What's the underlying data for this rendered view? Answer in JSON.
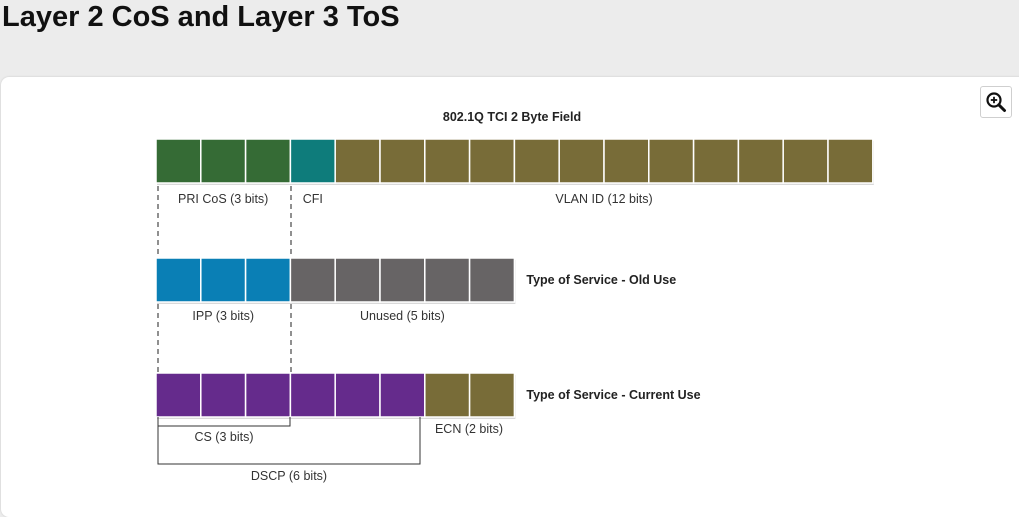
{
  "page": {
    "title": "Layer 2 CoS and Layer 3 ToS"
  },
  "toolbar": {
    "zoom_icon": "zoom-in-icon"
  },
  "diagram": {
    "header": "802.1Q TCI 2 Byte Field",
    "rows": [
      {
        "name": "tci",
        "title": "",
        "segments": [
          {
            "label": "PRI CoS (3 bits)",
            "bits": 3,
            "color": "#356b35"
          },
          {
            "label": "CFI",
            "bits": 1,
            "color": "#0e7c7b"
          },
          {
            "label": "VLAN ID (12 bits)",
            "bits": 12,
            "color": "#786c38"
          }
        ]
      },
      {
        "name": "tos-old",
        "title": "Type of Service - Old Use",
        "segments": [
          {
            "label": "IPP (3 bits)",
            "bits": 3,
            "color": "#0a7fb5"
          },
          {
            "label": "Unused (5 bits)",
            "bits": 5,
            "color": "#676465"
          }
        ]
      },
      {
        "name": "tos-current",
        "title": "Type of Service - Current Use",
        "segments": [
          {
            "label": "CS (3 bits)",
            "bits": 3,
            "color": "#652b8c"
          },
          {
            "label": "",
            "bits": 3,
            "color": "#652b8c"
          },
          {
            "label": "ECN (2 bits)",
            "bits": 2,
            "color": "#786c38"
          }
        ]
      }
    ],
    "dscp_label": "DSCP (6 bits)"
  }
}
